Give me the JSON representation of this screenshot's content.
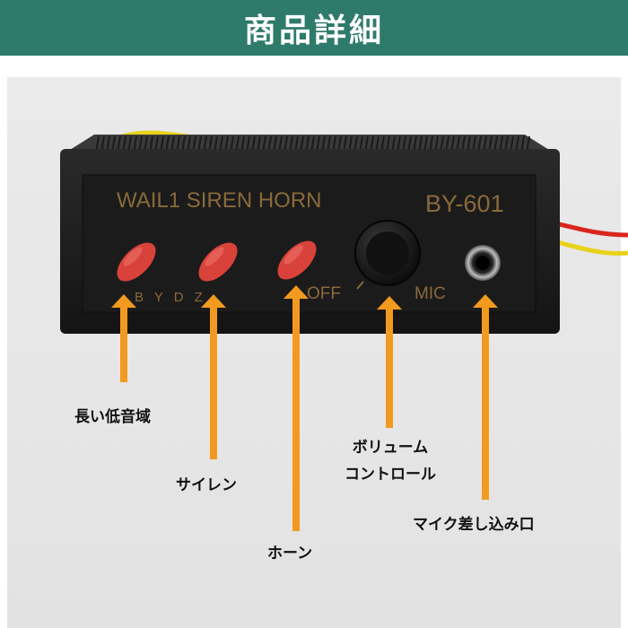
{
  "header": {
    "title": "商品詳細"
  },
  "panel": {
    "modes": "WAIL1  SIREN  HORN",
    "model": "BY-601",
    "tone_letters": "B Y D Z",
    "off_label": "OFF",
    "mic_label": "MIC"
  },
  "callouts": {
    "low_tone": "長い低音域",
    "siren": "サイレン",
    "horn": "ホーン",
    "volume_line1": "ボリューム",
    "volume_line2": "コントロール",
    "mic_jack": "マイク差し込み口"
  },
  "colors": {
    "header_bg": "#2e7a6b",
    "arrow": "#f29a1f",
    "button": "#d9423a",
    "panel_text": "#8a6a3a"
  }
}
